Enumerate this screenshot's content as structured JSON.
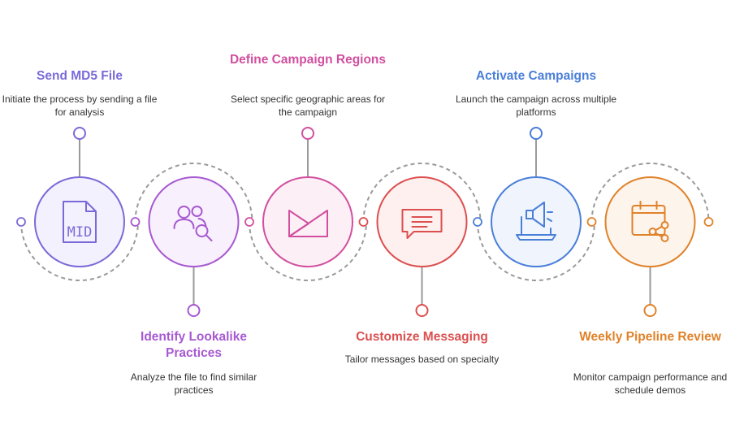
{
  "steps": [
    {
      "title": "Send MD5 File",
      "description": "Initiate the process by sending a file for analysis",
      "icon": "md5-file-icon",
      "icon_text": "MID",
      "color": "#7a6ad8",
      "fill": "#f3f1fd"
    },
    {
      "title": "Identify Lookalike Practices",
      "description": "Analyze the file to find similar practices",
      "icon": "users-search-icon",
      "color": "#a759d1",
      "fill": "#f8f0fc"
    },
    {
      "title": "Define Campaign Regions",
      "description": "Select specific geographic areas for the campaign",
      "icon": "map-region-icon",
      "color": "#d24f9f",
      "fill": "#fcf0f6"
    },
    {
      "title": "Customize Messaging",
      "description": "Tailor messages based on specialty",
      "icon": "message-icon",
      "color": "#dc4f4f",
      "fill": "#fdf0ef"
    },
    {
      "title": "Activate Campaigns",
      "description": "Launch the campaign across multiple platforms",
      "icon": "megaphone-laptop-icon",
      "color": "#4a7fd8",
      "fill": "#eff4fd"
    },
    {
      "title": "Weekly Pipeline Review",
      "description": "Monitor campaign performance and schedule demos",
      "icon": "calendar-share-icon",
      "color": "#e0822a",
      "fill": "#fdf4ec"
    }
  ],
  "connector_color": "#9a9a9a"
}
